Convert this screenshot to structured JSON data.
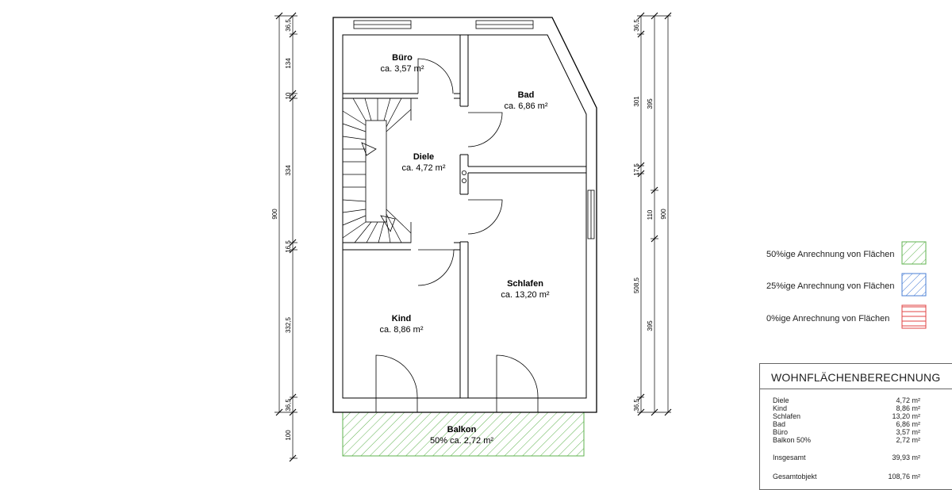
{
  "rooms": {
    "buero": {
      "name": "Büro",
      "area": "ca. 3,57 m²"
    },
    "bad": {
      "name": "Bad",
      "area": "ca. 6,86 m²"
    },
    "diele": {
      "name": "Diele",
      "area": "ca. 4,72 m²"
    },
    "schlafen": {
      "name": "Schlafen",
      "area": "ca. 13,20 m²"
    },
    "kind": {
      "name": "Kind",
      "area": "ca. 8,86 m²"
    },
    "balkon": {
      "name": "Balkon",
      "area": "50% ca. 2,72 m²"
    }
  },
  "dimensions": {
    "left_total": "900",
    "left_segments": [
      "36,5",
      "134",
      "10",
      "334",
      "16,5",
      "332,5",
      "36,5",
      "100"
    ],
    "right_inner": [
      "36,5",
      "301",
      "17,5",
      "508,5",
      "36,5"
    ],
    "right_outer": [
      "395",
      "110",
      "395"
    ],
    "right_total": "900"
  },
  "legend": [
    {
      "label": "50%ige Anrechnung von Flächen",
      "pattern": "hatch-green",
      "color": "#5fb34f"
    },
    {
      "label": "25%ige Anrechnung von Flächen",
      "pattern": "hatch-blue",
      "color": "#4a7fd6"
    },
    {
      "label": "0%ige Anrechnung von Flächen",
      "pattern": "lines-red",
      "color": "#e04646"
    }
  ],
  "table": {
    "title": "WOHNFLÄCHENBERECHNUNG",
    "rows": [
      {
        "name": "Diele",
        "value": "4,72 m²"
      },
      {
        "name": "Kind",
        "value": "8,86 m²"
      },
      {
        "name": "Schlafen",
        "value": "13,20 m²"
      },
      {
        "name": "Bad",
        "value": "6,86 m²"
      },
      {
        "name": "Büro",
        "value": "3,57 m²"
      },
      {
        "name": "Balkon 50%",
        "value": "2,72 m²"
      }
    ],
    "sum": {
      "name": "Insgesamt",
      "value": "39,93 m²"
    },
    "total": {
      "name": "Gesamtobjekt",
      "value": "108,76 m²"
    }
  }
}
